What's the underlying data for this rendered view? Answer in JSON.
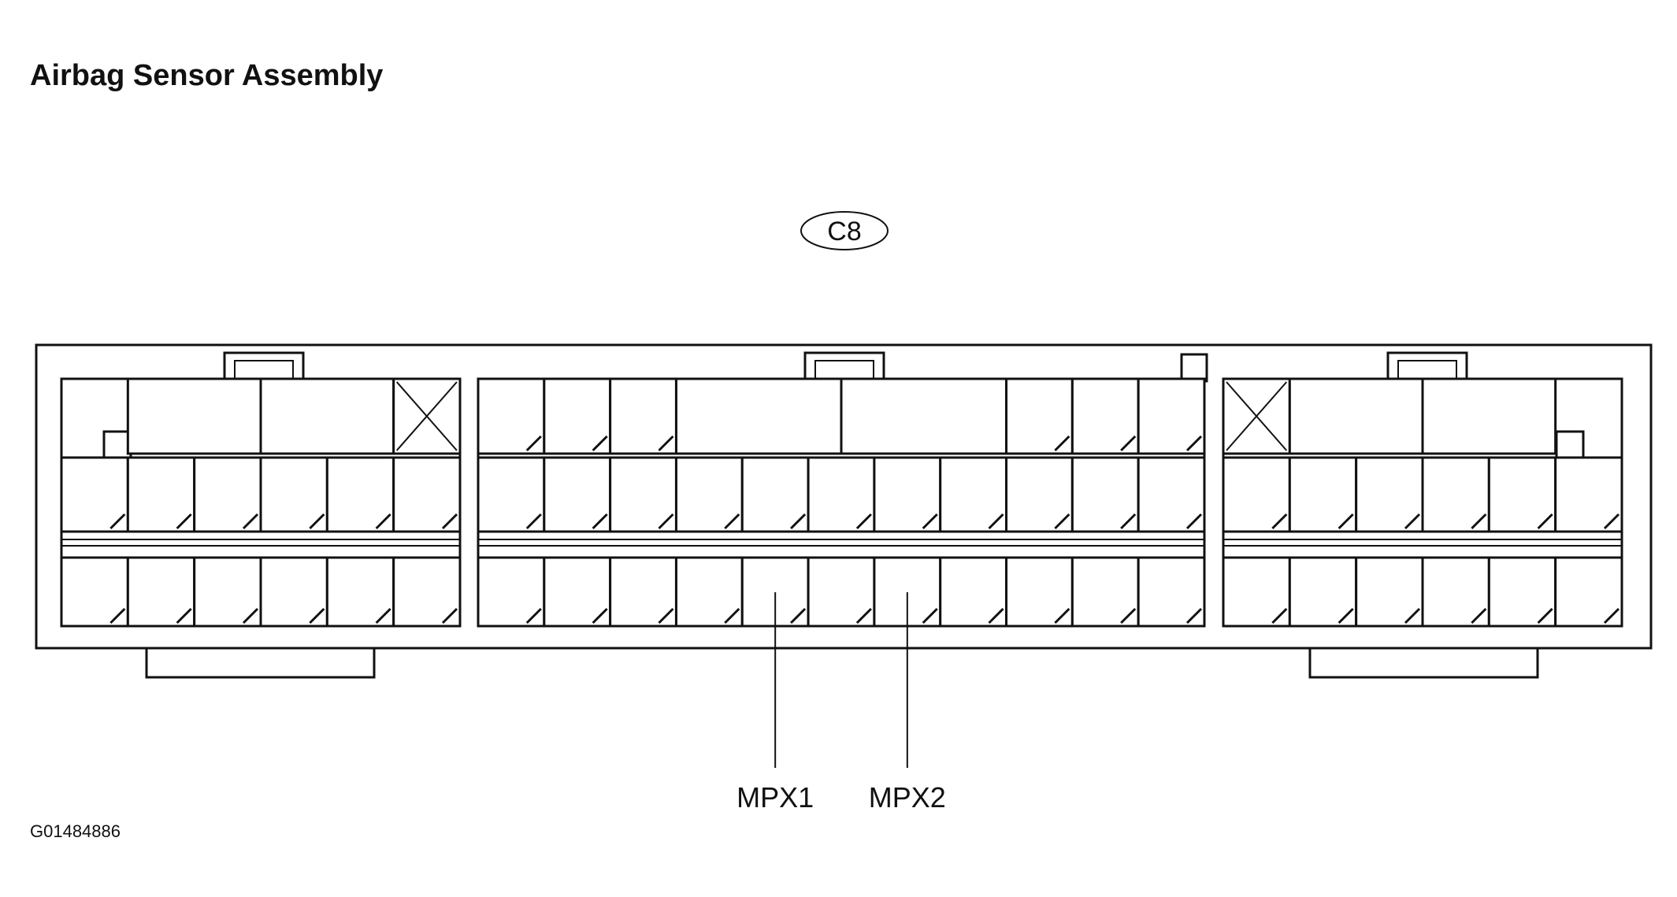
{
  "diagram": {
    "title": "Airbag Sensor Assembly",
    "connector_id": "C8",
    "figure_code": "G01484886",
    "terminals": [
      {
        "label": "MPX1",
        "block": 1,
        "row": "bottom",
        "cavity": 4
      },
      {
        "label": "MPX2",
        "block": 1,
        "row": "bottom",
        "cavity": 6
      }
    ],
    "blocks": [
      {
        "name": "left",
        "top_row": [
          {
            "span": 2
          },
          {
            "span": 2
          },
          {
            "span": 1,
            "blank": true
          }
        ],
        "top_row_offset": 1,
        "middle_cavities": 6,
        "bottom_cavities": 6
      },
      {
        "name": "center",
        "top_row": [
          {
            "span": 1
          },
          {
            "span": 1
          },
          {
            "span": 1
          },
          {
            "span": 2.5
          },
          {
            "span": 2.5
          },
          {
            "span": 1
          },
          {
            "span": 1
          },
          {
            "span": 1
          }
        ],
        "top_row_offset": 0,
        "middle_cavities": 11,
        "bottom_cavities": 11
      },
      {
        "name": "right",
        "top_row": [
          {
            "span": 1,
            "blank": true
          },
          {
            "span": 2
          },
          {
            "span": 2
          }
        ],
        "top_row_offset": 0,
        "middle_cavities": 6,
        "bottom_cavities": 6
      }
    ]
  }
}
